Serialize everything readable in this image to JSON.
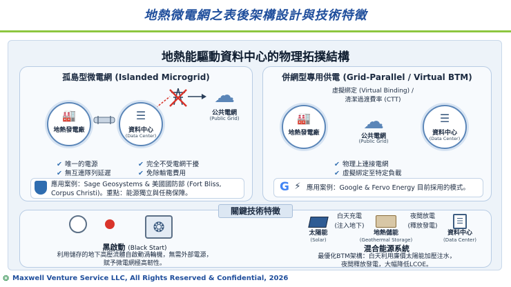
{
  "slide_title": "地熱微電網之表後架構設計與技術特徵",
  "diagram_title": "地熱能驅動資料中心的物理拓撲結構",
  "left": {
    "title": "孤島型微電網 (Islanded Microgrid)",
    "geo_plant": "地熱發電廠",
    "dc_label": "資料中心",
    "dc_sub": "(Data Center)",
    "grid_label": "公共電網",
    "grid_sub": "(Public Grid)",
    "checks": [
      "唯一的電源",
      "無互連隊列延遲",
      "完全不受電網干擾",
      "免除輸電費用"
    ],
    "case_line1": "應用案例：Sage Geosystems & 美國國防部 (Fort Bliss,",
    "case_line2": "Corpus Christi)。重點：能源獨立與任務保障。"
  },
  "right": {
    "title": "併網型專用供電 (Grid-Parallel / Virtual BTM)",
    "binding_line1": "虛擬綁定 (Virtual Binding) /",
    "binding_line2": "清潔過渡費率 (CTT)",
    "geo_plant": "地熱發電廠",
    "grid_label": "公共電網",
    "grid_sub": "(Public Grid)",
    "dc_label": "資料中心",
    "dc_sub": "(Data Center)",
    "checks": [
      "物理上連接電網",
      "虛擬綁定至特定負載"
    ],
    "case_text": "應用案例：Google & Fervo Energy 目前採用的模式。"
  },
  "tech": {
    "header": "關鍵技術特徵",
    "black_start_title": "黑啟動",
    "black_start_en": "(Black Start)",
    "black_start_desc1": "利用儲存的地下高壓流體自啟動渦輪機，無需外部電源，",
    "black_start_desc2": "賦予微電網極高韌性。",
    "solar_label": "太陽能",
    "solar_sub": "(Solar)",
    "day_charge": "白天充電",
    "inject": "(注入地下)",
    "storage_label": "地熱儲能",
    "storage_sub": "(Geothermal Storage)",
    "night_discharge": "夜間放電",
    "release": "(釋放發電)",
    "dc_label": "資料中心",
    "dc_sub": "(Data Center)",
    "hybrid_title": "混合能源系統",
    "hybrid_desc1": "最優化BTM架構：白天利用廉價太陽能加壓注水，",
    "hybrid_desc2": "夜間釋放發電，大幅降低LCOE。"
  },
  "footer": "Maxwell Venture Service LLC, All Rights Reserved & Confidential, 2026",
  "icons": {
    "factory": "factory-icon",
    "server": "server-icon",
    "cloud": "cloud-icon",
    "tower": "power-tower-icon",
    "check": "check-icon",
    "shield": "shield-icon",
    "google": "google-logo-icon",
    "plug": "plug-icon",
    "gauge": "pressure-gauge-icon",
    "turbine": "turbine-icon",
    "solar": "solar-panel-icon"
  },
  "colors": {
    "accent_blue": "#1f4e9c",
    "rule_green": "#8dc63f",
    "blocked_red": "#d9342b"
  }
}
